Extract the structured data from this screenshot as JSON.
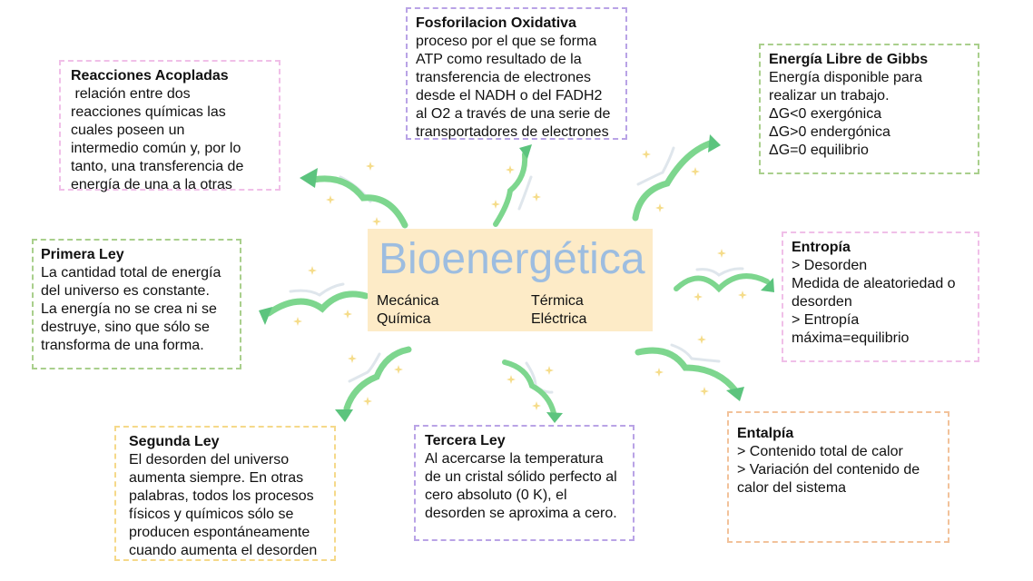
{
  "center": {
    "title": "Bioenergética",
    "types": [
      "Mecánica",
      "Química",
      "Térmica",
      "Eléctrica"
    ]
  },
  "cards": {
    "fosforilacion": {
      "title": "Fosforilacion Oxidativa",
      "lines": [
        "proceso por el que se forma",
        "ATP como resultado de la",
        "transferencia de electrones",
        "desde el NADH o del FADH2",
        "al O2 a través de una serie de",
        "transportadores de electrones"
      ],
      "border_color": "#b9a3e6"
    },
    "reacciones": {
      "title": "Reacciones Acopladas",
      "lines": [
        " relación entre dos",
        "reacciones químicas las",
        "cuales poseen un",
        "intermedio común y, por lo",
        "tanto, una transferencia de",
        "energía de una a la otras"
      ],
      "border_color": "#f0bfe8"
    },
    "gibbs": {
      "title": "Energía Libre de Gibbs",
      "lines": [
        "Energía disponible para",
        "realizar un trabajo.",
        "ΔG<0 exergónica",
        "ΔG>0 endergónica",
        "ΔG=0 equilibrio"
      ],
      "border_color": "#a9cf8c"
    },
    "entropia": {
      "title": "Entropía",
      "lines": [
        "> Desorden",
        "Medida de aleatoriedad o",
        "desorden",
        "> Entropía",
        "máxima=equilibrio"
      ],
      "border_color": "#f0bfe8"
    },
    "entalpia": {
      "title": "Entalpía",
      "lines": [
        "> Contenido total de calor",
        "> Variación del contenido de",
        "calor del sistema"
      ],
      "border_color": "#f2c29a"
    },
    "tercera": {
      "title": "Tercera Ley",
      "lines": [
        "Al acercarse la temperatura",
        "de un cristal sólido perfecto al",
        "cero absoluto (0 K), el",
        "desorden se aproxima a cero."
      ],
      "border_color": "#b9a3e6"
    },
    "segunda": {
      "title": "Segunda Ley",
      "lines": [
        "El desorden del universo",
        "aumenta siempre. En otras",
        "palabras, todos los procesos",
        "físicos y químicos sólo se",
        "producen espontáneamente",
        "cuando aumenta el desorden"
      ],
      "border_color": "#f5d98a"
    },
    "primera": {
      "title": "Primera Ley",
      "lines": [
        "La cantidad total de energía",
        "del universo es constante.",
        "La energía no se crea ni se",
        "destruye, sino que sólo se",
        "transforma de una forma."
      ],
      "border_color": "#a9cf8c"
    }
  },
  "colors": {
    "arrow": "#7dd68e",
    "arrow_head": "#5cc47e",
    "arrow_shadow": "#dfe6ec",
    "sparkle": "#f5dc8a",
    "center_bg": "#fdebc7",
    "center_title": "#9dbde0"
  },
  "icons": [
    "curved-arrow-icon",
    "sparkle-icon"
  ]
}
